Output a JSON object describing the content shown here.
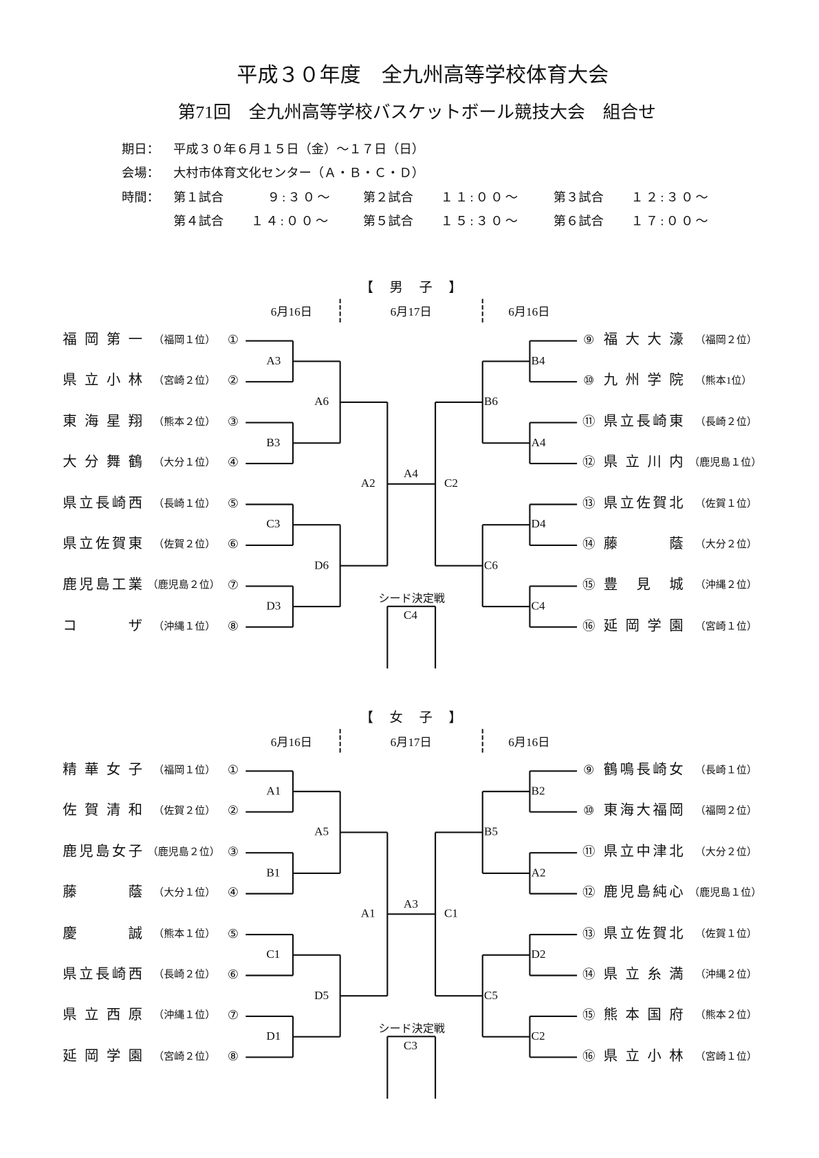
{
  "title": "平成３０年度　全九州高等学校体育大会",
  "subtitle": "第71回　全九州高等学校バスケットボール競技大会　組合せ",
  "info": {
    "date_label": "期日：",
    "date_value": "平成３０年６月１５日（金）～１７日（日）",
    "venue_label": "会場：",
    "venue_value": "大村市体育文化センター（Ａ・Ｂ・Ｃ・Ｄ）",
    "time_label": "時間：",
    "games": [
      {
        "label": "第１試合",
        "time": "９:３０～"
      },
      {
        "label": "第２試合",
        "time": "１１:００～"
      },
      {
        "label": "第３試合",
        "time": "１２:３０～"
      },
      {
        "label": "第４試合",
        "time": "１４:００～"
      },
      {
        "label": "第５試合",
        "time": "１５:３０～"
      },
      {
        "label": "第６試合",
        "time": "１７:００～"
      }
    ]
  },
  "sections": [
    {
      "header": "【　男　子　】",
      "dates": [
        "6月16日",
        "6月17日",
        "6月16日"
      ],
      "seed_label": "シード決定戦",
      "seed_match": "C4",
      "left_teams": [
        {
          "num": "①",
          "name": "福岡第一",
          "pref": "（福岡１位）"
        },
        {
          "num": "②",
          "name": "県立小林",
          "pref": "（宮崎２位）"
        },
        {
          "num": "③",
          "name": "東海星翔",
          "pref": "（熊本２位）"
        },
        {
          "num": "④",
          "name": "大分舞鶴",
          "pref": "（大分１位）"
        },
        {
          "num": "⑤",
          "name": "県立長崎西",
          "pref": "（長崎１位）"
        },
        {
          "num": "⑥",
          "name": "県立佐賀東",
          "pref": "（佐賀２位）"
        },
        {
          "num": "⑦",
          "name": "鹿児島工業",
          "pref": "（鹿児島２位）"
        },
        {
          "num": "⑧",
          "name": "コザ",
          "pref": "（沖縄１位）"
        }
      ],
      "right_teams": [
        {
          "num": "⑨",
          "name": "福大大濠",
          "pref": "（福岡２位）"
        },
        {
          "num": "⑩",
          "name": "九州学院",
          "pref": "（熊本1位）"
        },
        {
          "num": "⑪",
          "name": "県立長崎東",
          "pref": "（長崎２位）"
        },
        {
          "num": "⑫",
          "name": "県立川内",
          "pref": "（鹿児島１位）"
        },
        {
          "num": "⑬",
          "name": "県立佐賀北",
          "pref": "（佐賀１位）"
        },
        {
          "num": "⑭",
          "name": "藤蔭",
          "pref": "（大分２位）"
        },
        {
          "num": "⑮",
          "name": "豊見城",
          "pref": "（沖縄２位）"
        },
        {
          "num": "⑯",
          "name": "延岡学園",
          "pref": "（宮崎１位）"
        }
      ],
      "matches": {
        "left_r1": [
          "A3",
          "B3",
          "C3",
          "D3"
        ],
        "left_r2": [
          "A6",
          "D6"
        ],
        "left_final": "A2",
        "center": "A4",
        "right_final": "C2",
        "right_r2": [
          "B6",
          "C6"
        ],
        "right_r1": [
          "B4",
          "A4",
          "D4",
          "C4"
        ]
      }
    },
    {
      "header": "【　女　子　】",
      "dates": [
        "6月16日",
        "6月17日",
        "6月16日"
      ],
      "seed_label": "シード決定戦",
      "seed_match": "C3",
      "left_teams": [
        {
          "num": "①",
          "name": "精華女子",
          "pref": "（福岡１位）"
        },
        {
          "num": "②",
          "name": "佐賀清和",
          "pref": "（佐賀２位）"
        },
        {
          "num": "③",
          "name": "鹿児島女子",
          "pref": "（鹿児島２位）"
        },
        {
          "num": "④",
          "name": "藤蔭",
          "pref": "（大分１位）"
        },
        {
          "num": "⑤",
          "name": "慶誠",
          "pref": "（熊本１位）"
        },
        {
          "num": "⑥",
          "name": "県立長崎西",
          "pref": "（長崎２位）"
        },
        {
          "num": "⑦",
          "name": "県立西原",
          "pref": "（沖縄１位）"
        },
        {
          "num": "⑧",
          "name": "延岡学園",
          "pref": "（宮崎２位）"
        }
      ],
      "right_teams": [
        {
          "num": "⑨",
          "name": "鶴鳴長崎女",
          "pref": "（長崎１位）"
        },
        {
          "num": "⑩",
          "name": "東海大福岡",
          "pref": "（福岡２位）"
        },
        {
          "num": "⑪",
          "name": "県立中津北",
          "pref": "（大分２位）"
        },
        {
          "num": "⑫",
          "name": "鹿児島純心",
          "pref": "（鹿児島１位）"
        },
        {
          "num": "⑬",
          "name": "県立佐賀北",
          "pref": "（佐賀１位）"
        },
        {
          "num": "⑭",
          "name": "県立糸満",
          "pref": "（沖縄２位）"
        },
        {
          "num": "⑮",
          "name": "熊本国府",
          "pref": "（熊本２位）"
        },
        {
          "num": "⑯",
          "name": "県立小林",
          "pref": "（宮崎１位）"
        }
      ],
      "matches": {
        "left_r1": [
          "A1",
          "B1",
          "C1",
          "D1"
        ],
        "left_r2": [
          "A5",
          "D5"
        ],
        "left_final": "A1",
        "center": "A3",
        "right_final": "C1",
        "right_r2": [
          "B5",
          "C5"
        ],
        "right_r1": [
          "B2",
          "A2",
          "D2",
          "C2"
        ]
      }
    }
  ]
}
